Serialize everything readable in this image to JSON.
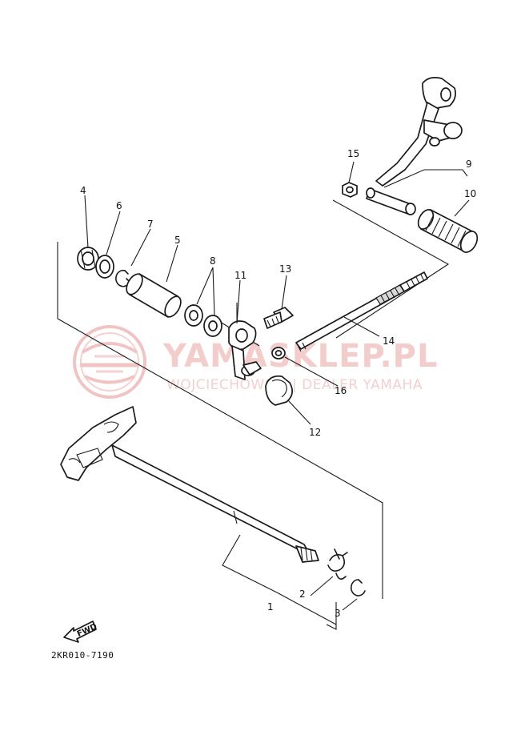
{
  "watermark": {
    "brand": "YAMASKLEP.PL",
    "tagline": "WOJCIECHOWSKI | DEALER YAMAHA"
  },
  "callouts": [
    "1",
    "2",
    "3",
    "4",
    "5",
    "6",
    "7",
    "8",
    "9",
    "10",
    "11",
    "12",
    "13",
    "14",
    "15",
    "16"
  ],
  "direction_label": "FWD",
  "diagram_code": "2KR010-7190",
  "colors": {
    "line": "#1a1a1a",
    "watermark": "#e8a3a3"
  }
}
